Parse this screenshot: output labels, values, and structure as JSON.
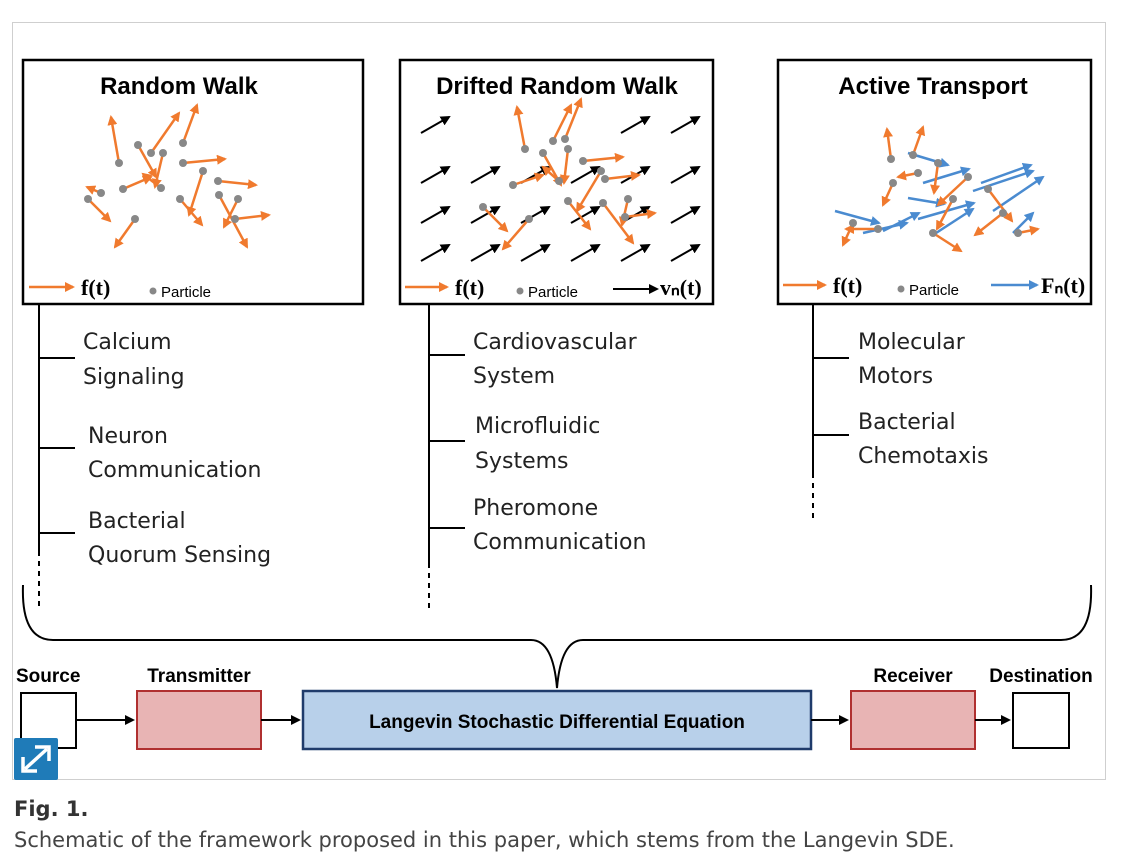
{
  "panels": [
    {
      "title": "Random Walk",
      "legend": {
        "force": "f(t)",
        "particle": "Particle"
      },
      "applications": [
        [
          "Calcium",
          "Signaling"
        ],
        [
          "Neuron",
          "Communication"
        ],
        [
          "Bacterial",
          "Quorum Sensing"
        ]
      ]
    },
    {
      "title": "Drifted Random Walk",
      "legend": {
        "force": "f(t)",
        "particle": "Particle",
        "drift": "vₙ(t)"
      },
      "applications": [
        [
          "Cardiovascular",
          "System"
        ],
        [
          "Microfluidic",
          "Systems"
        ],
        [
          "Pheromone",
          "Communication"
        ]
      ]
    },
    {
      "title": "Active Transport",
      "legend": {
        "force": "f(t)",
        "particle": "Particle",
        "active_force": "Fₙ(t)"
      },
      "applications": [
        [
          "Molecular",
          "Motors"
        ],
        [
          "Bacterial",
          "Chemotaxis"
        ]
      ]
    }
  ],
  "pipeline": {
    "source": "Source",
    "transmitter": "Transmitter",
    "channel": "Langevin Stochastic Differential Equation",
    "receiver": "Receiver",
    "destination": "Destination"
  },
  "colors": {
    "random_force": "#f07a2e",
    "active_force": "#4a8bd0",
    "particle": "#888888",
    "channel_fill": "#b8d0ea",
    "channel_stroke": "#1f3b6b",
    "tx_rx_fill": "#e8b4b4",
    "tx_rx_stroke": "#b03030"
  },
  "icons": {
    "expand": "expand-icon"
  },
  "caption": {
    "label": "Fig. 1.",
    "text": "Schematic of the framework proposed in this paper, which stems from the Langevin SDE."
  }
}
